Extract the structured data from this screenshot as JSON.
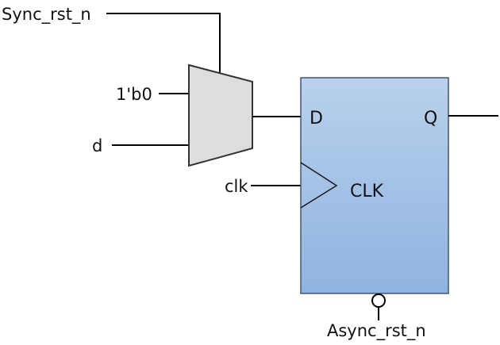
{
  "signals": {
    "sync_rst_n": "Sync_rst_n",
    "const_zero": "1'b0",
    "d": "d",
    "clk": "clk",
    "async_rst_n": "Async_rst_n"
  },
  "flip_flop": {
    "d_port": "D",
    "q_port": "Q",
    "clk_port": "CLK"
  },
  "colors": {
    "ff_gradient_top": "#b9d1ec",
    "ff_gradient_bottom": "#8fb3e0",
    "ff_border": "#44566e",
    "mux_fill": "#dddddd",
    "wire": "#000000"
  }
}
